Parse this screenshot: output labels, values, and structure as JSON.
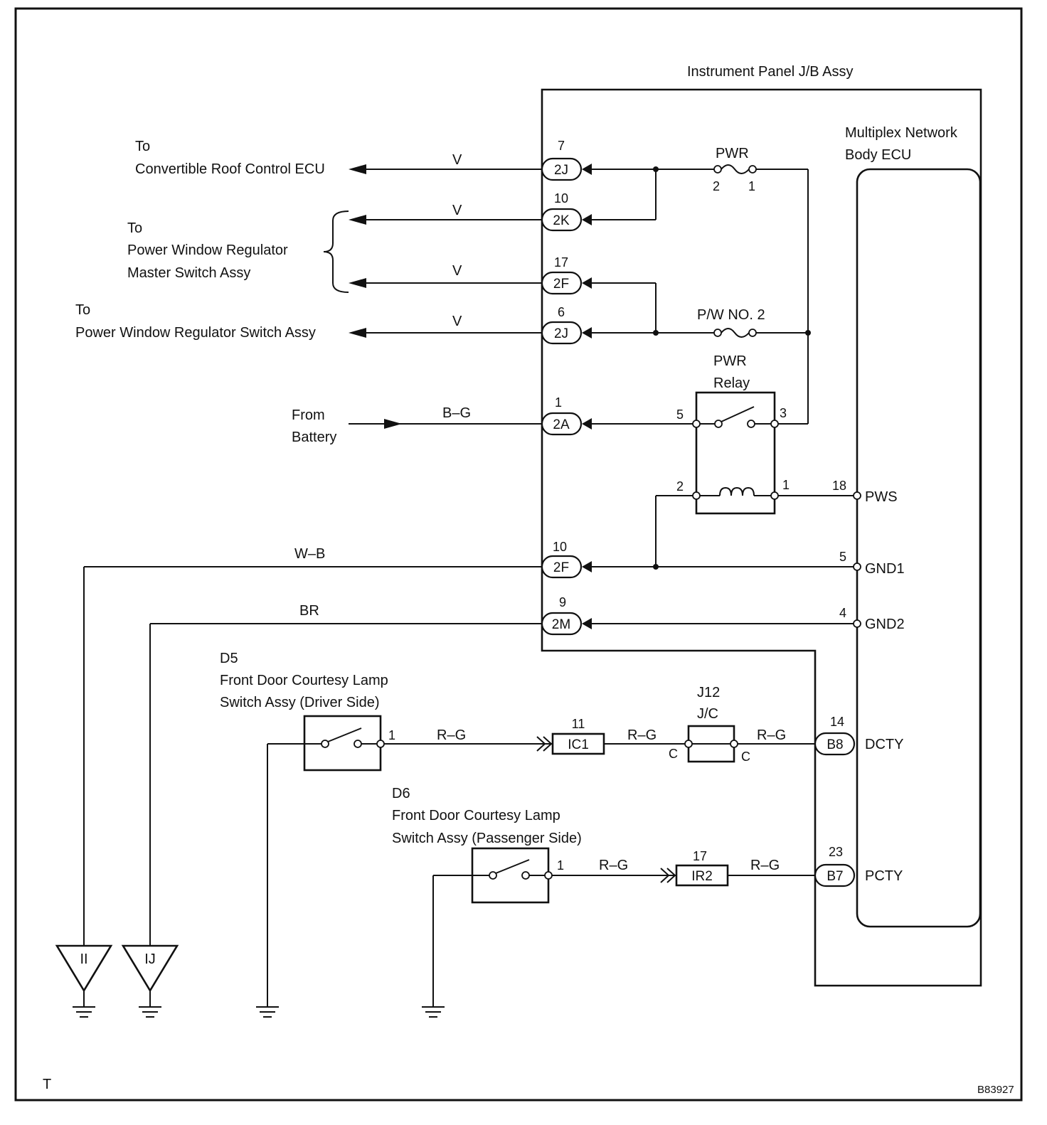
{
  "jb": {
    "title": "Instrument Panel J/B Assy"
  },
  "ecu": {
    "title_line1": "Multiplex Network",
    "title_line2": "Body ECU"
  },
  "destinations": {
    "convertible_to": "To",
    "convertible_name": "Convertible Roof Control ECU",
    "master_to": "To",
    "master_line1": "Power Window Regulator",
    "master_line2": "Master Switch Assy",
    "switch_to": "To",
    "switch_name": "Power Window Regulator Switch Assy",
    "battery_line1": "From",
    "battery_line2": "Battery"
  },
  "wire_colors": {
    "v": "V",
    "bg": "B–G",
    "wb": "W–B",
    "br": "BR",
    "rg": "R–G"
  },
  "connectors": {
    "c_2j_top": {
      "label": "2J",
      "pin": "7"
    },
    "c_2k": {
      "label": "2K",
      "pin": "10"
    },
    "c_2f_top": {
      "label": "2F",
      "pin": "17"
    },
    "c_2j_low": {
      "label": "2J",
      "pin": "6"
    },
    "c_2a": {
      "label": "2A",
      "pin": "1"
    },
    "c_2f_low": {
      "label": "2F",
      "pin": "10"
    },
    "c_2m": {
      "label": "2M",
      "pin": "9"
    },
    "ic1": {
      "label": "IC1",
      "pin": "11"
    },
    "ir2": {
      "label": "IR2",
      "pin": "17"
    },
    "b8": {
      "label": "B8",
      "pin": "14"
    },
    "b7": {
      "label": "B7",
      "pin": "23"
    }
  },
  "fuses": {
    "pwr": {
      "label": "PWR",
      "pin_left": "2",
      "pin_right": "1"
    },
    "pw2": {
      "label": "P/W NO. 2"
    }
  },
  "relay": {
    "label_line1": "PWR",
    "label_line2": "Relay",
    "pin5": "5",
    "pin3": "3",
    "pin2": "2",
    "pin1": "1"
  },
  "ecu_terminals": {
    "pws": {
      "name": "PWS",
      "pin": "18"
    },
    "gnd1": {
      "name": "GND1",
      "pin": "5"
    },
    "gnd2": {
      "name": "GND2",
      "pin": "4"
    },
    "dcty": {
      "name": "DCTY"
    },
    "pcty": {
      "name": "PCTY"
    }
  },
  "jc": {
    "line1": "J12",
    "line2": "J/C",
    "pin_left": "C",
    "pin_right": "C"
  },
  "switches": {
    "d5": {
      "code": "D5",
      "line1": "Front Door Courtesy Lamp",
      "line2": "Switch Assy (Driver Side)",
      "pin": "1"
    },
    "d6": {
      "code": "D6",
      "line1": "Front Door Courtesy Lamp",
      "line2": "Switch Assy (Passenger Side)",
      "pin": "1"
    }
  },
  "grounds": {
    "g1": "II",
    "g2": "IJ"
  },
  "corner": {
    "left": "T",
    "right": "B83927"
  }
}
